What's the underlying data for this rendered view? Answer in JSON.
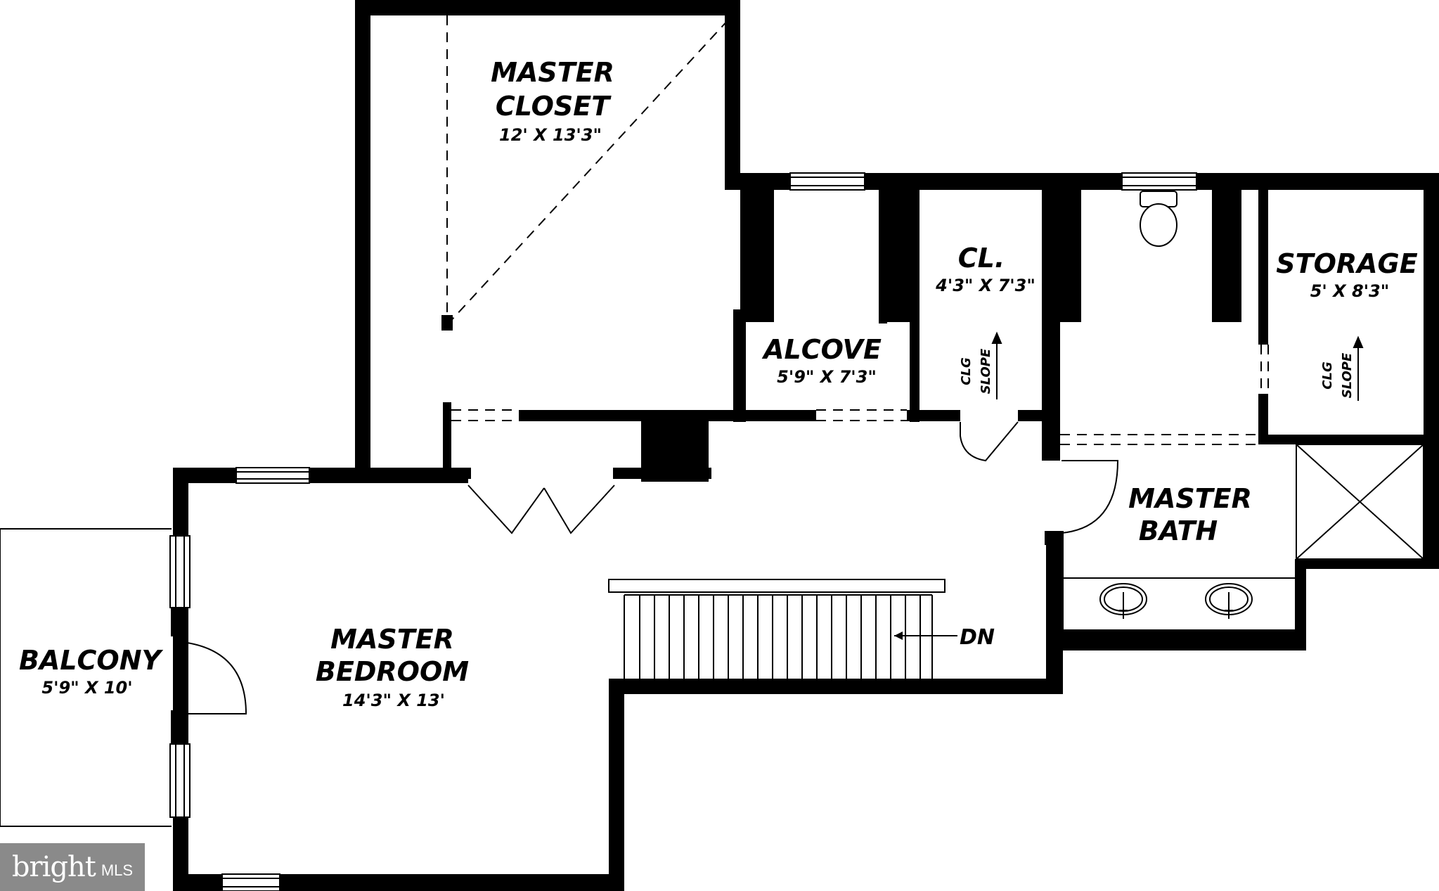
{
  "rooms": {
    "master_closet": {
      "name_line1": "MASTER",
      "name_line2": "CLOSET",
      "dims": "12' X 13'3\""
    },
    "alcove": {
      "name": "ALCOVE",
      "dims": "5'9\" X 7'3\""
    },
    "closet": {
      "name": "CL.",
      "dims": "4'3\" X 7'3\""
    },
    "storage": {
      "name": "STORAGE",
      "dims": "5' X 8'3\""
    },
    "master_bath": {
      "name_line1": "MASTER",
      "name_line2": "BATH"
    },
    "balcony": {
      "name": "BALCONY",
      "dims": "5'9\" X 10'"
    },
    "master_bedroom": {
      "name_line1": "MASTER",
      "name_line2": "BEDROOM",
      "dims": "14'3\" X 13'"
    }
  },
  "notes": {
    "clg": "CLG",
    "slope": "SLOPE",
    "stairs_down": "DN"
  },
  "watermark": {
    "brand": "bright",
    "mls": "MLS"
  },
  "colors": {
    "wall": "#000000",
    "background": "#ffffff",
    "watermark_bg": "#8a8a8a"
  }
}
